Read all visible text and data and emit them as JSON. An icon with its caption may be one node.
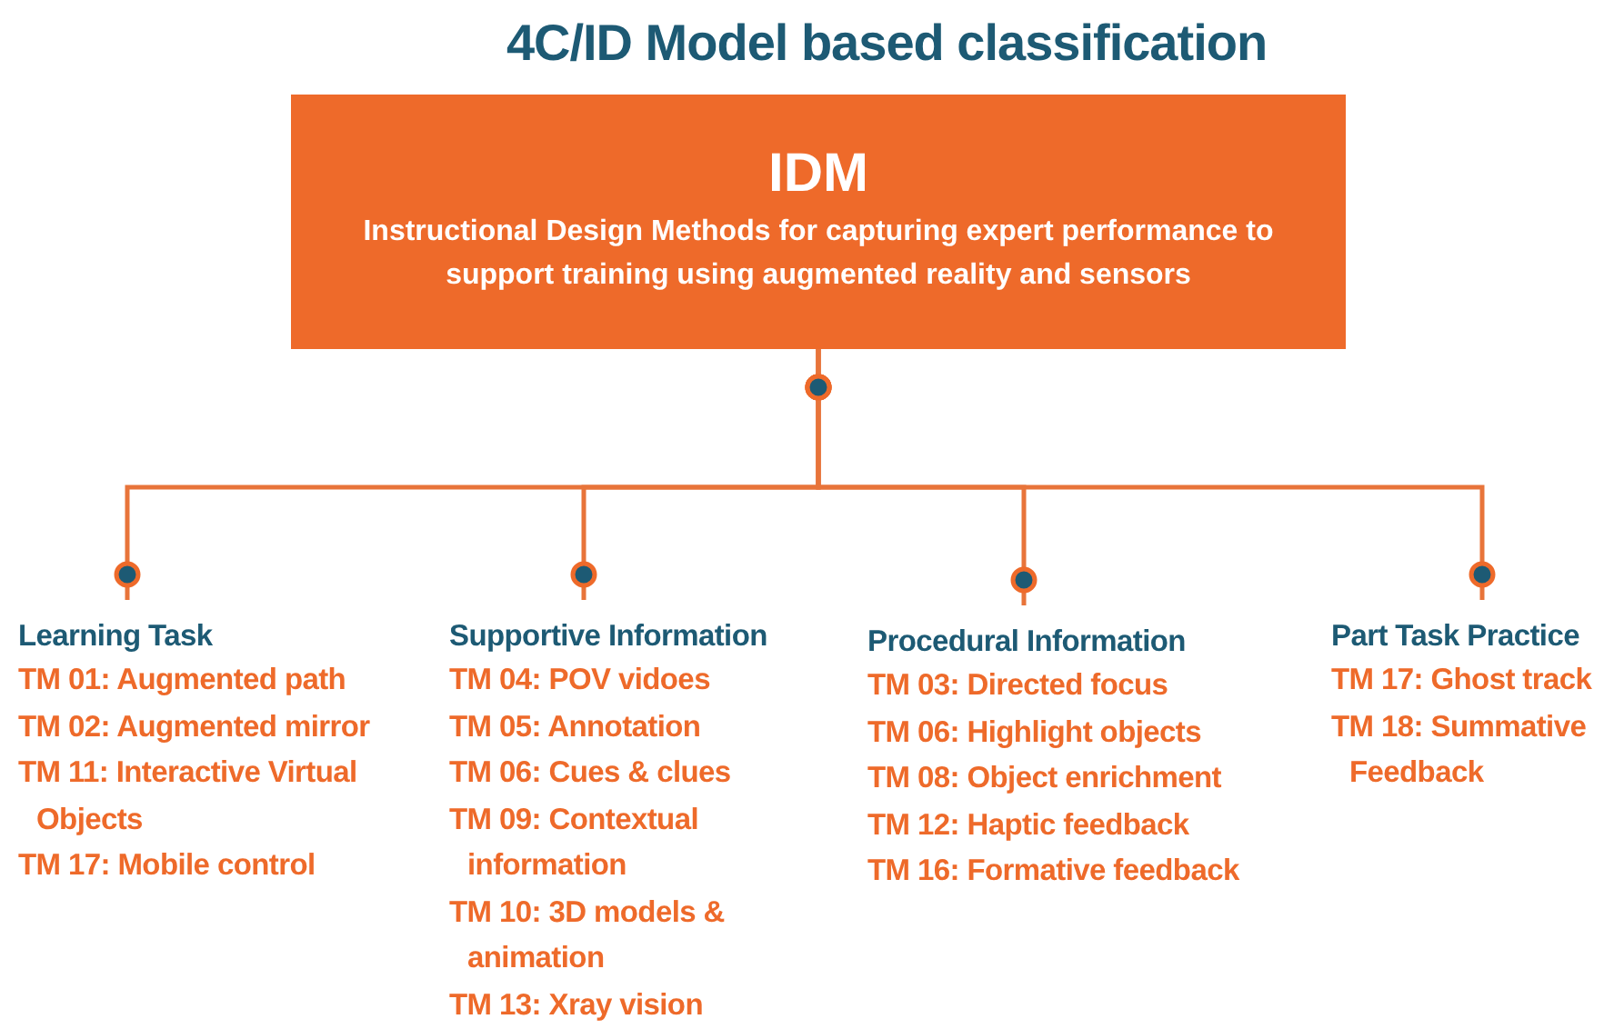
{
  "diagram": {
    "title": "4C/ID Model based classification",
    "nodes": [
      {
        "text": [
          "IDM",
          "Instructional Design Methods for capturing expert performance to support training using augmented reality and sensors"
        ]
      },
      {
        "text": [
          "Learning Task",
          "TM 01: Augmented path",
          "TM 02: Augmented mirror",
          "TM 11: Interactive Virtual Objects",
          "TM 17: Mobile control"
        ]
      },
      {
        "text": [
          "Supportive Information",
          "TM 04: POV vidoes",
          "TM 05: Annotation",
          "TM 06: Cues & clues",
          "TM 09: Contextual information",
          "TM 10: 3D models & animation",
          "TM 13: Xray vision"
        ]
      },
      {
        "text": [
          "Procedural Information",
          "TM 03: Directed focus",
          "TM 06: Highlight objects",
          "TM 08: Object enrichment",
          "TM 12: Haptic feedback",
          "TM 16: Formative feedback"
        ]
      },
      {
        "text": [
          "Part Task Practice",
          "TM 17: Ghost track",
          "TM 18: Summative Feedback"
        ]
      }
    ],
    "edges": [
      {
        "from": 0,
        "to": 1,
        "arrow": "other"
      },
      {
        "from": 0,
        "to": 2,
        "arrow": "other"
      },
      {
        "from": 0,
        "to": 3,
        "arrow": "other"
      },
      {
        "from": 0,
        "to": 4,
        "arrow": "other"
      }
    ]
  }
}
